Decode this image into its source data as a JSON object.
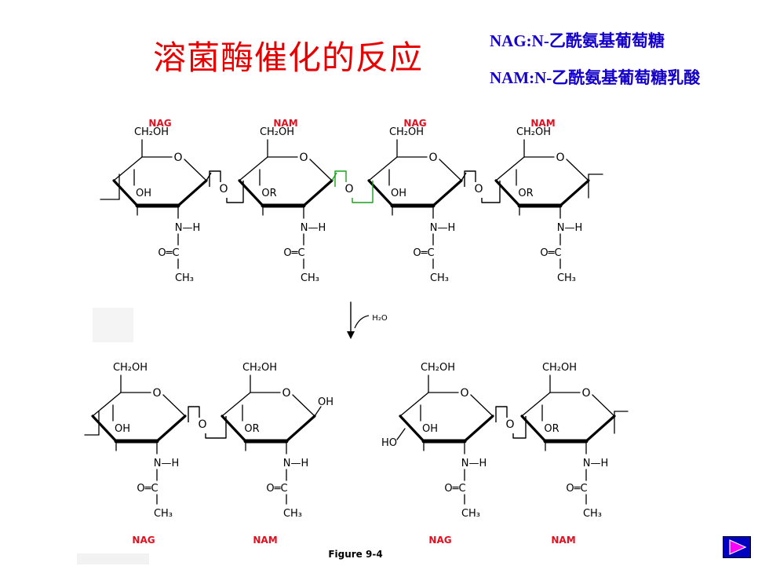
{
  "title": "溶菌酶催化的反应",
  "legend": {
    "nag": "NAG:N-乙酰氨基葡萄糖",
    "nam": "NAM:N-乙酰氨基葡萄糖乳酸"
  },
  "diagram": {
    "top_labels": [
      "NAG",
      "NAM",
      "NAG",
      "NAM"
    ],
    "bottom_labels": [
      "NAG",
      "NAM",
      "NAG",
      "NAM"
    ],
    "ring_top_group": "CH₂OH",
    "ring_oxygen": "O",
    "linking_oxygen": "O",
    "top_ring_substituents": [
      "OH",
      "OR",
      "OH",
      "OR"
    ],
    "bottom_ring_substituents": [
      "OH",
      "OR",
      "OH",
      "OR"
    ],
    "amide_nh": "N—H",
    "carbonyl": "O═C",
    "methyl": "CH₃",
    "reagent": "H₂O",
    "free_oh": "OH",
    "ho_end": "HO",
    "figure_caption": "Figure 9-4"
  },
  "colors": {
    "title": "#e60000",
    "legend": "#1400c8",
    "sugar_label": "#e01020",
    "cleaved_bond": "#1aa01a",
    "nav_button": "#0000c0",
    "nav_arrow": "#ff00ff"
  },
  "nav": {
    "icon": "play-forward-icon"
  }
}
